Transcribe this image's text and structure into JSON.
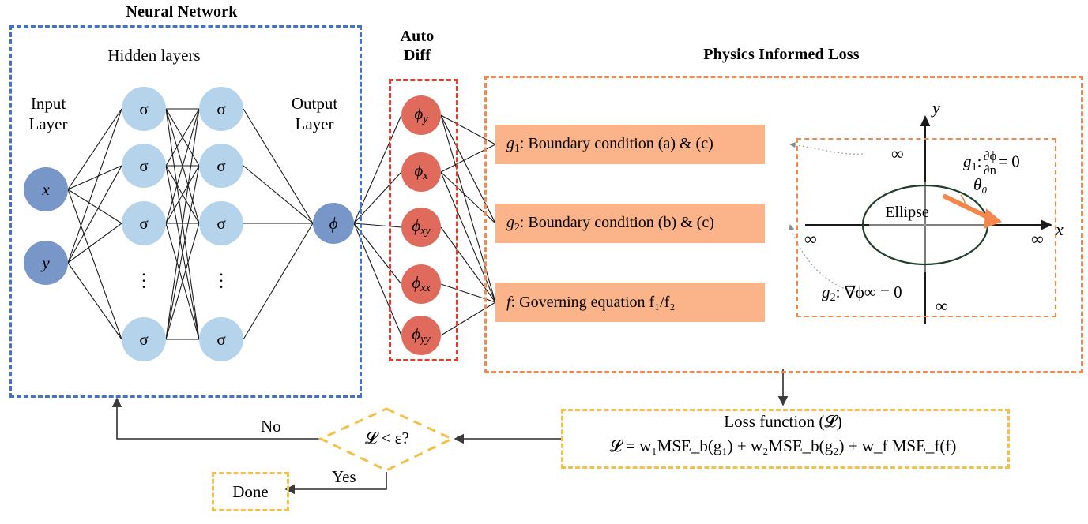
{
  "titles": {
    "neural_network": "Neural Network",
    "auto_diff_line1": "Auto",
    "auto_diff_line2": "Diff",
    "physics_informed_loss": "Physics Informed Loss"
  },
  "neural_network": {
    "hidden_label": "Hidden layers",
    "input_label_line1": "Input",
    "input_label_line2": "Layer",
    "output_label_line1": "Output",
    "output_label_line2": "Layer",
    "input_nodes": [
      "x",
      "y"
    ],
    "hidden_activation": "σ",
    "hidden_layer_count": 2,
    "hidden_nodes_per_layer": 4,
    "output_node": "ϕ",
    "colors": {
      "input_node": "#7996C8",
      "hidden_node": "#B5D3EA",
      "box_border": "#4472C4"
    }
  },
  "auto_diff": {
    "nodes": [
      "ϕ_y",
      "ϕ_x",
      "ϕ_xy",
      "ϕ_xx",
      "ϕ_yy"
    ],
    "node_base": [
      "ϕ",
      "ϕ",
      "ϕ",
      "ϕ",
      "ϕ"
    ],
    "node_sub": [
      "y",
      "x",
      "xy",
      "xx",
      "yy"
    ],
    "colors": {
      "node": "#E06B5C",
      "box_border": "#E03C31"
    }
  },
  "physics_loss": {
    "boxes": [
      {
        "sym": "g",
        "sub": "1",
        "text": ": Boundary condition (a) & (c)"
      },
      {
        "sym": "g",
        "sub": "2",
        "text": ": Boundary condition (b) & (c)"
      },
      {
        "sym": "f",
        "sub": "",
        "text": ": Governing equation f₁/f₂"
      }
    ],
    "box_color": "#FBB48A",
    "border_color": "#F4874B"
  },
  "schematic": {
    "axis_y_label": "y",
    "axis_x_label": "x",
    "ellipse_label": "Ellipse",
    "infinity_symbols": [
      "∞",
      "∞",
      "∞",
      "∞"
    ],
    "g1_condition": "g₁: ∂ϕ/∂n = 0",
    "g1_sym": "g",
    "g1_sub": "1",
    "g1_num": "∂ϕ",
    "g1_den": "∂n",
    "g1_rhs": "= 0",
    "g2_condition": "g₂: ∇ϕ∞ = 0",
    "g2_sym": "g",
    "g2_sub": "2",
    "g2_rhs": ": ∇ϕ∞ = 0",
    "angle_label": "θ₀",
    "arrow_color": "#F4874B",
    "ellipse_color": "#1F3D2B"
  },
  "loss_function": {
    "caption": "Loss function (𝓛)",
    "equation": "𝓛 = w₁MSE_b(g₁) + w₂MSE_b(g₂) + w_f MSE_f(f)",
    "border_color": "#F3C14A"
  },
  "flow": {
    "condition": "𝓛 < ε?",
    "no_label": "No",
    "yes_label": "Yes",
    "done_label": "Done"
  }
}
